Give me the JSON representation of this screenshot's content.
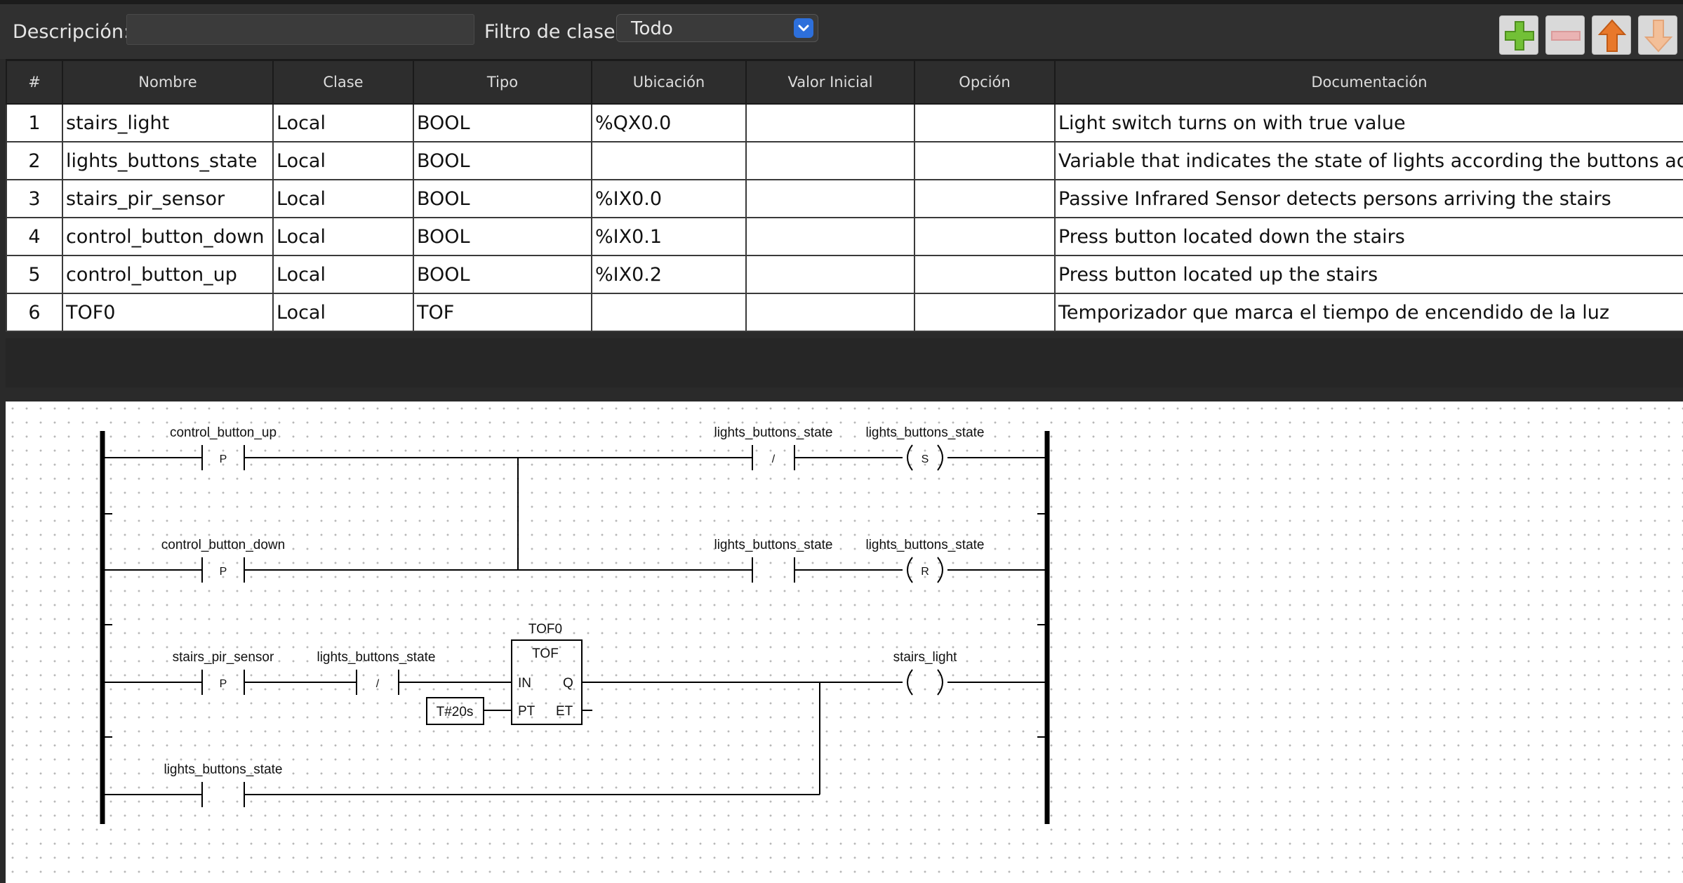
{
  "toolbar": {
    "description_label": "Descripción:",
    "description_value": "",
    "class_filter_label": "Filtro de clase:",
    "class_filter_value": "Todo",
    "buttons": [
      {
        "name": "add-icon",
        "color": "#6fbf2f"
      },
      {
        "name": "remove-icon",
        "color": "#e8a9a9"
      },
      {
        "name": "move-up-icon",
        "color": "#e67a2e"
      },
      {
        "name": "move-down-icon",
        "color": "#f1b98f"
      }
    ]
  },
  "table": {
    "headers": [
      "#",
      "Nombre",
      "Clase",
      "Tipo",
      "Ubicación",
      "Valor Inicial",
      "Opción",
      "Documentación"
    ],
    "rows": [
      {
        "num": "1",
        "name": "stairs_light",
        "class": "Local",
        "type": "BOOL",
        "location": "%QX0.0",
        "initial": "",
        "option": "",
        "doc": "Light switch turns on with true value"
      },
      {
        "num": "2",
        "name": "lights_buttons_state",
        "class": "Local",
        "type": "BOOL",
        "location": "",
        "initial": "",
        "option": "",
        "doc": "Variable that indicates the state of lights according the buttons actions"
      },
      {
        "num": "3",
        "name": "stairs_pir_sensor",
        "class": "Local",
        "type": "BOOL",
        "location": "%IX0.0",
        "initial": "",
        "option": "",
        "doc": "Passive Infrared Sensor detects persons arriving the stairs"
      },
      {
        "num": "4",
        "name": "control_button_down",
        "class": "Local",
        "type": "BOOL",
        "location": "%IX0.1",
        "initial": "",
        "option": "",
        "doc": "Press button located down the stairs"
      },
      {
        "num": "5",
        "name": "control_button_up",
        "class": "Local",
        "type": "BOOL",
        "location": "%IX0.2",
        "initial": "",
        "option": "",
        "doc": "Press button located up the stairs"
      },
      {
        "num": "6",
        "name": "TOF0",
        "class": "Local",
        "type": "TOF",
        "location": "",
        "initial": "",
        "option": "",
        "doc": "Temporizador que marca el tiempo de encendido de la luz"
      }
    ]
  },
  "ladder": {
    "rung1": {
      "contact1": "control_button_up",
      "contact1_mod": "P",
      "contact2": "lights_buttons_state",
      "contact2_mod": "/",
      "coil": "lights_buttons_state",
      "coil_mod": "S"
    },
    "rung2": {
      "contact1": "control_button_down",
      "contact1_mod": "P",
      "contact2": "lights_buttons_state",
      "coil": "lights_buttons_state",
      "coil_mod": "R"
    },
    "rung3": {
      "contact1": "stairs_pir_sensor",
      "contact1_mod": "P",
      "contact2": "lights_buttons_state",
      "contact2_mod": "/",
      "block_instance": "TOF0",
      "block_type": "TOF",
      "pin_in": "IN",
      "pin_q": "Q",
      "pin_pt": "PT",
      "pin_et": "ET",
      "pt_value": "T#20s",
      "coil": "stairs_light"
    },
    "rung4": {
      "contact1": "lights_buttons_state"
    }
  }
}
